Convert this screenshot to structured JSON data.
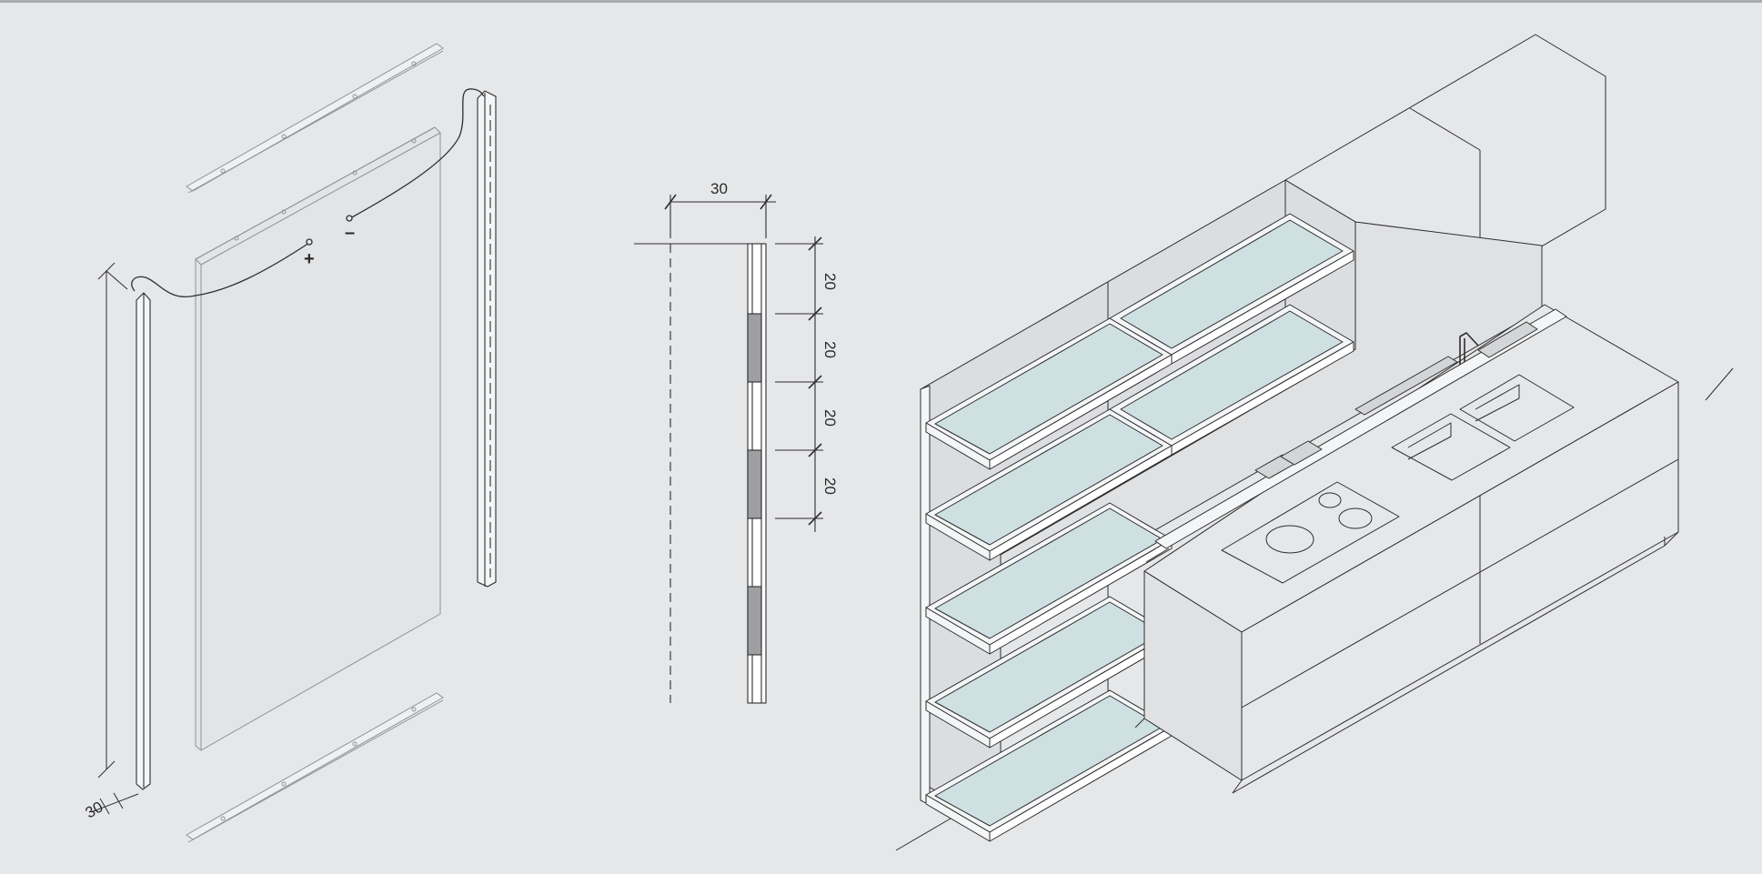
{
  "colors": {
    "background": "#e6e7e9",
    "line": "#2e2e2e",
    "light_line": "#9b9da0",
    "glass": "#cfe0e2",
    "panel_shade": "#dcdde0",
    "led_segment": "#9e9fa2"
  },
  "profile_detail": {
    "width_label": "30",
    "segment_labels": [
      "20",
      "20",
      "20",
      "20"
    ]
  },
  "exploded_view": {
    "positive_sign": "+",
    "negative_sign": "–",
    "profile_width_label": "30"
  }
}
